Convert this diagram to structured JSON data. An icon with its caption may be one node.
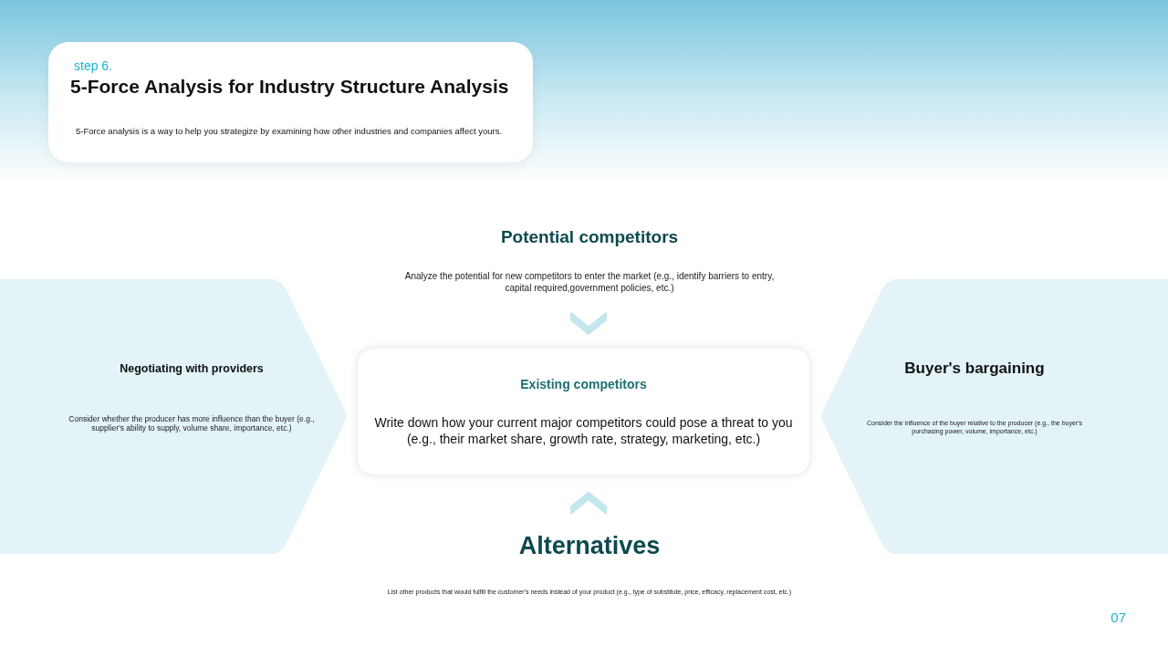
{
  "diagram": {
    "title": "5-Force Analysis for Industry Structure Analysis",
    "nodes": [
      {
        "text": [
          "Potential competitors",
          "Analyze the potential for new competitors to enter the market (e.g., identify barriers to entry, capital required,government policies, etc.)"
        ]
      },
      {
        "text": [
          "Existing competitors",
          "Write down how your current major competitors could pose a threat to you (e.g., their market share, growth rate, strategy, marketing, etc.)"
        ]
      },
      {
        "text": [
          "Negotiating with providers",
          "Consider whether the producer has more influence than the buyer (e.g., supplier's ability to supply, volume share, importance, etc.)"
        ]
      },
      {
        "text": [
          "Buyer's bargaining",
          "Consider the influence of the buyer relative to the producer (e.g., the buyer's purchasing power, volume, importance, etc.)"
        ]
      },
      {
        "text": [
          "Alternatives",
          "List other products that would fulfill the customer's needs instead of your product (e.g., type of substitute, price, efficacy, replacement cost, etc.)"
        ]
      }
    ],
    "edges": [
      {
        "from": 0,
        "to": 1,
        "arrow": "to"
      },
      {
        "from": 4,
        "to": 1,
        "arrow": "to"
      }
    ],
    "labels": [
      "step 6.",
      "5-Force analysis is a way to help you strategize by examining how other industries and companies affect yours.",
      "07"
    ]
  }
}
